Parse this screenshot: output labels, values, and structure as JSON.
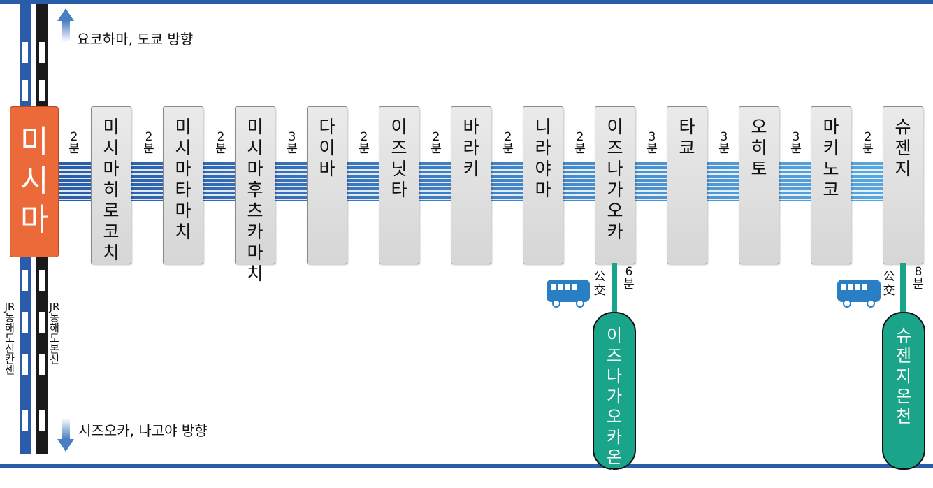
{
  "directions": {
    "north": "요코하마, 도쿄 방향",
    "south": "시즈오카, 나고야 방향"
  },
  "lines": {
    "shinkansen": "JR동해도 신칸센",
    "honsen": "JR동해도 본선"
  },
  "main_station": "미시마",
  "stations": [
    "미시마히로코치",
    "미시마타마치",
    "미시마후츠카마치",
    "다이바",
    "이즈닛타",
    "바라키",
    "니라야마",
    "이즈나가오카",
    "타쿄",
    "오히토",
    "마키노코",
    "슈젠지"
  ],
  "times": [
    {
      "num": "2",
      "unit": "분"
    },
    {
      "num": "2",
      "unit": "분"
    },
    {
      "num": "2",
      "unit": "분"
    },
    {
      "num": "3",
      "unit": "분"
    },
    {
      "num": "2",
      "unit": "분"
    },
    {
      "num": "2",
      "unit": "분"
    },
    {
      "num": "2",
      "unit": "분"
    },
    {
      "num": "2",
      "unit": "분"
    },
    {
      "num": "3",
      "unit": "분"
    },
    {
      "num": "3",
      "unit": "분"
    },
    {
      "num": "3",
      "unit": "분"
    },
    {
      "num": "2",
      "unit": "분"
    }
  ],
  "branches": [
    {
      "bus_label": "公交",
      "time": "6",
      "unit": "분",
      "terminal": "이즈나가오카 온천"
    },
    {
      "bus_label": "公交",
      "time": "8",
      "unit": "분",
      "terminal": "슈젠지 온천"
    }
  ],
  "colors": {
    "brand_blue": "#2a5caa",
    "main_station": "#ec6a3a",
    "station_gray": "#dcdcdc",
    "onsen_green": "#1aa58a",
    "bus_blue": "#2a7fc4"
  },
  "icons": [
    "bus-icon",
    "arrow-up-icon",
    "arrow-down-icon"
  ]
}
